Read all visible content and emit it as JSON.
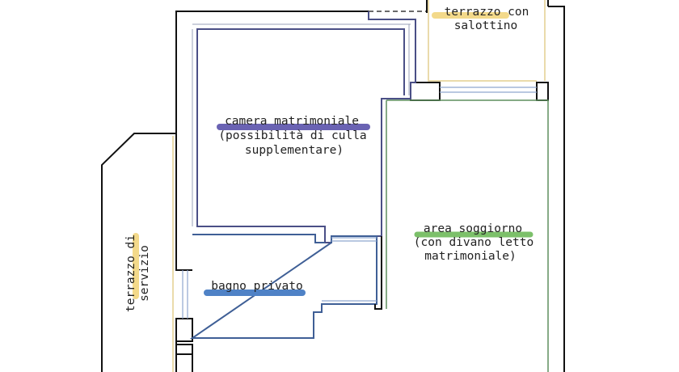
{
  "rooms": {
    "terrace_lounge": {
      "line1": "terrazzo con",
      "line2": "salottino",
      "highlight_color": "#f3d98a"
    },
    "master_bedroom": {
      "line1": "camera matrimoniale",
      "line2": "(possibilità di culla",
      "line3": "supplementare)",
      "highlight_color": "#6a63b3"
    },
    "living_area": {
      "line1": "area soggiorno",
      "line2": "(con divano letto",
      "line3": "matrimoniale)",
      "highlight_color": "#7cc06a"
    },
    "private_bathroom": {
      "line1": "bagno privato",
      "highlight_color": "#4f82c6"
    },
    "service_terrace": {
      "line1": "terrazzo di",
      "line2": "servizio",
      "highlight_color": "#f3d98a"
    }
  },
  "colors": {
    "outer_wall": "#111111",
    "bedroom_wall": "#4a4f86",
    "bathroom_wall": "#3f5f96",
    "living_wall": "#5f8f5f",
    "terrace_edge": "#e3cf8f",
    "window": "#8fa6cf"
  }
}
